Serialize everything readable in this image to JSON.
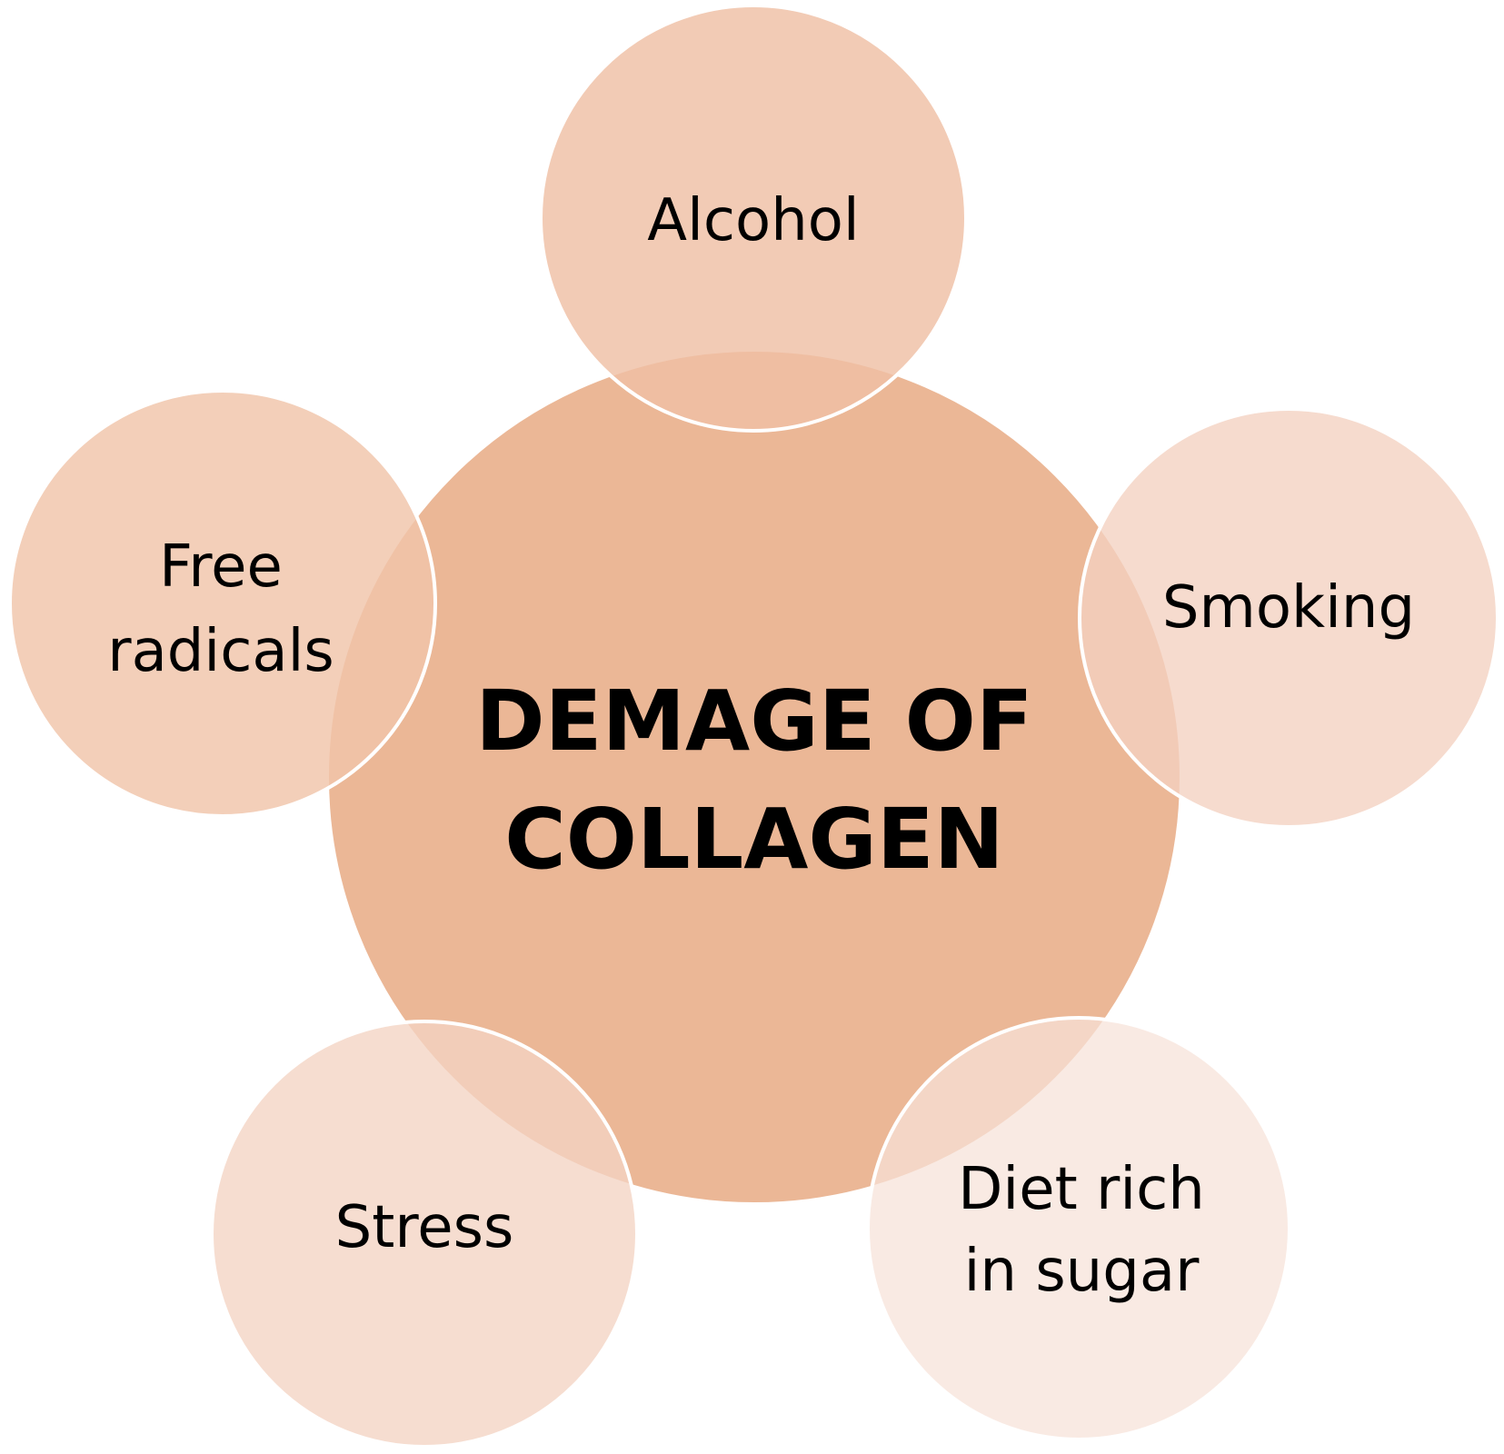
{
  "center": {
    "lines": [
      "DEMAGE OF",
      "COLLAGEN"
    ],
    "color": "#EBB796"
  },
  "factors": [
    {
      "id": "alcohol",
      "lines": [
        "Alcohol"
      ],
      "color": "#EFC0A5"
    },
    {
      "id": "smoking",
      "lines": [
        "Smoking"
      ],
      "color": "#F3D1C0"
    },
    {
      "id": "diet",
      "lines": [
        "Diet rich",
        "in sugar"
      ],
      "color": "#F7E2D8"
    },
    {
      "id": "stress",
      "lines": [
        "Stress"
      ],
      "color": "#F3D3C3"
    },
    {
      "id": "free-radicals",
      "lines": [
        "Free",
        "radicals"
      ],
      "color": "#F0C4AA"
    }
  ]
}
